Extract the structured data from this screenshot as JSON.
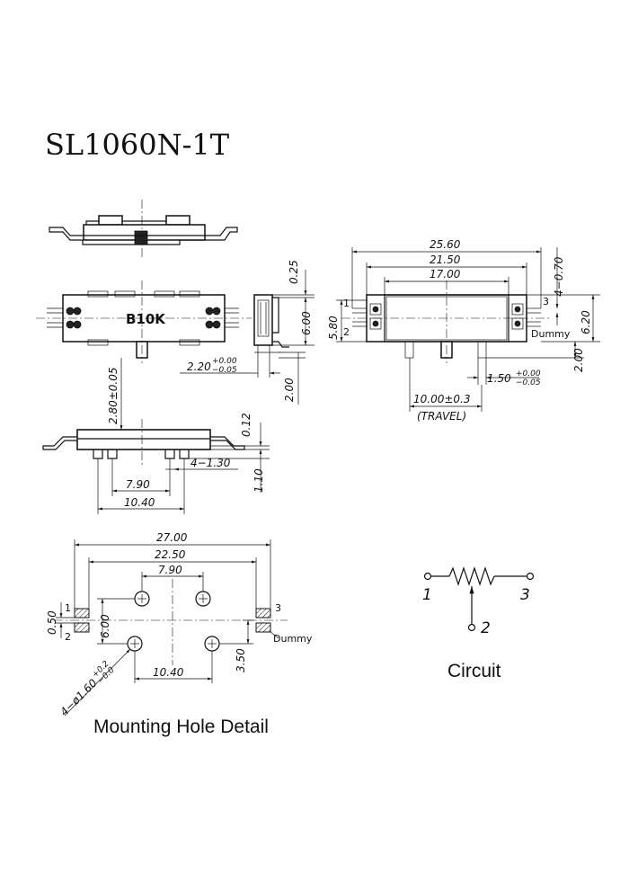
{
  "title": "SL1060N-1T",
  "marking": "B10K",
  "side_view": {
    "dims": {
      "d0_25": "0.25",
      "d6_00": "6.00",
      "d2_20": "2.20",
      "d2_20_tol_plus": "+0.00",
      "d2_20_tol_minus": "−0.05",
      "d2_00": "2.00"
    }
  },
  "front_view": {
    "dims": {
      "d2_80": "2.80±0.05",
      "d0_12": "0.12",
      "d4_1_30": "4−1.30",
      "d1_10": "1.10",
      "d7_90": "7.90",
      "d10_40": "10.40"
    }
  },
  "top_view": {
    "dims": {
      "d25_60": "25.60",
      "d21_50": "21.50",
      "d17_00": "17.00",
      "d4_0_70": "4−0.70",
      "d6_20": "6.20",
      "d5_80": "5.80",
      "d2_00": "2.00",
      "d1_50": "1.50",
      "d1_50_tol_plus": "+0.00",
      "d1_50_tol_minus": "−0.05",
      "d10_00": "10.00±0.3",
      "travel": "(TRAVEL)"
    },
    "pins": {
      "p1": "1",
      "p2": "2",
      "p3": "3",
      "dummy": "Dummy"
    }
  },
  "mounting": {
    "caption": "Mounting Hole Detail",
    "dims": {
      "d27_00": "27.00",
      "d22_50": "22.50",
      "d7_90": "7.90",
      "d0_50": "0.50",
      "d6_00": "6.00",
      "d3_50": "3.50",
      "d10_40": "10.40",
      "holes": "4−ø1.60",
      "holes_tol_plus": "+0.2",
      "holes_tol_minus": "−0.0"
    },
    "pins": {
      "p1": "1",
      "p2": "2",
      "p3": "3",
      "dummy": "Dummy"
    }
  },
  "circuit": {
    "caption": "Circuit",
    "pins": {
      "p1": "1",
      "p2": "2",
      "p3": "3"
    }
  }
}
